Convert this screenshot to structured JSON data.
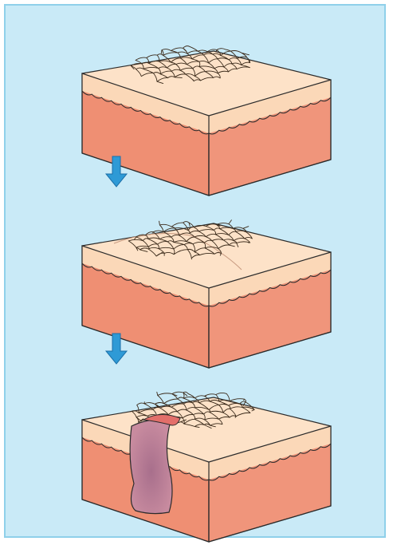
{
  "figure": {
    "description": "",
    "panels": [
      {
        "stage": "surface-with-network"
      },
      {
        "stage": "depressed-surface"
      },
      {
        "stage": "ulcerated-lesion"
      }
    ],
    "colors": {
      "background": "#c9eaf7",
      "frame_border": "#8fd0ea",
      "epidermis_top": "#fde2c8",
      "epidermis_side": "#fbd8b8",
      "dermis_side": "#f0957b",
      "dermis_front": "#ef8f73",
      "outline": "#2b2b2b",
      "network": "#3a2a1a",
      "arrow_fill": "#2e9ad6",
      "arrow_edge": "#1b6fa8",
      "lesion_body": "#c88b9f",
      "lesion_core": "#a86f8c",
      "lesion_rim": "#e36f6a"
    }
  }
}
